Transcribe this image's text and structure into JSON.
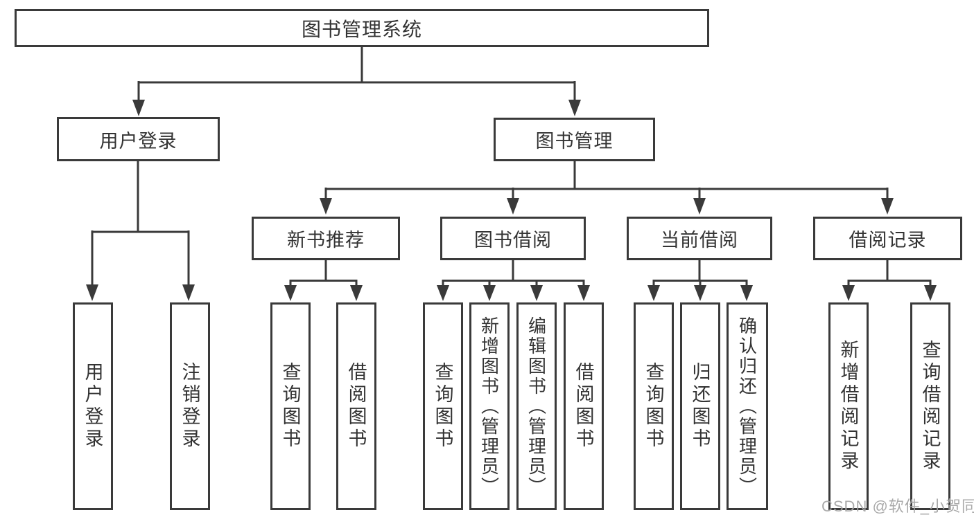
{
  "tree": {
    "root": {
      "label": "图书管理系统"
    },
    "level2": [
      {
        "label": "用户登录",
        "children": [
          "用户登录",
          "注销登录"
        ]
      },
      {
        "label": "图书管理",
        "modules": [
          {
            "label": "新书推荐",
            "children": [
              "查询图书",
              "借阅图书"
            ]
          },
          {
            "label": "图书借阅",
            "children": [
              "查询图书",
              "新增图书（管理员）",
              "编辑图书（管理员）",
              "借阅图书"
            ]
          },
          {
            "label": "当前借阅",
            "children": [
              "查询图书",
              "归还图书",
              "确认归还（管理员）"
            ]
          },
          {
            "label": "借阅记录",
            "children": [
              "新增借阅记录",
              "查询借阅记录"
            ]
          }
        ]
      }
    ]
  },
  "watermark": "CSDN @软件_小贺同学",
  "colors": {
    "line": "#3a3a3a",
    "text": "#333333",
    "watermark": "#a6a6a6",
    "background": "#ffffff"
  }
}
